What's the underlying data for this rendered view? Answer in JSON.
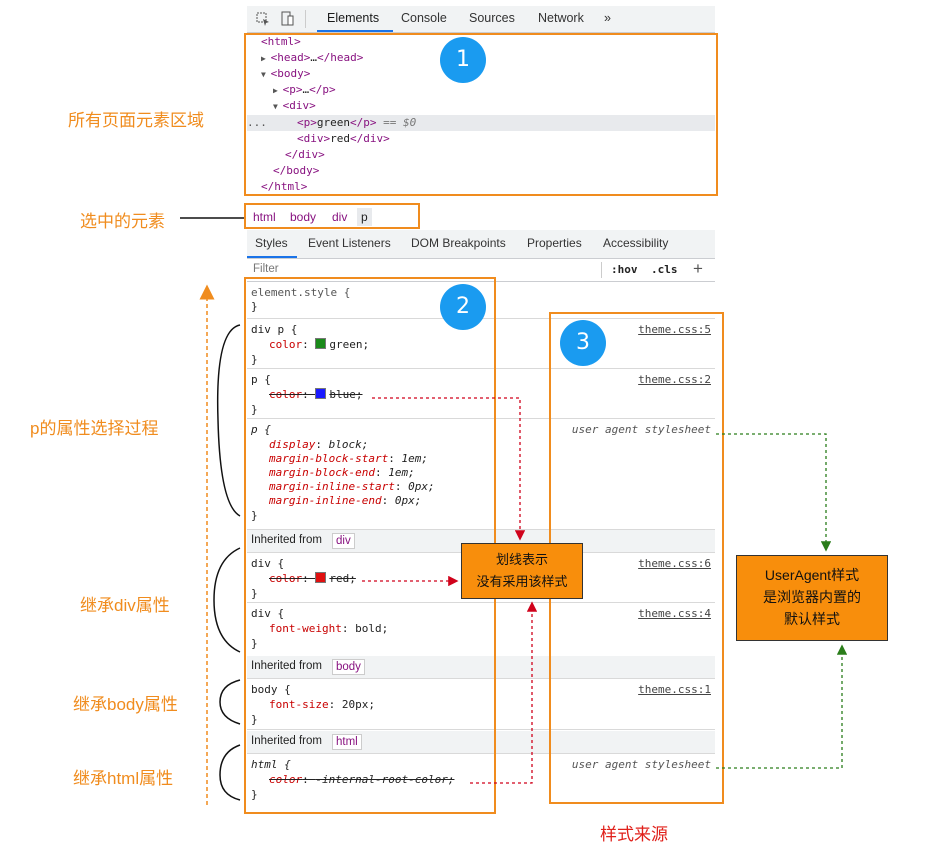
{
  "toolbar": {
    "tabs": [
      "Elements",
      "Console",
      "Sources",
      "Network",
      "»"
    ]
  },
  "tree": {
    "lines": [
      {
        "open": "<html>",
        "text": "",
        "close": ""
      },
      {
        "open": "<head>",
        "text": "…",
        "close": "</head>"
      },
      {
        "open": "<body>",
        "text": "",
        "close": ""
      },
      {
        "open": "<p>",
        "text": "…",
        "close": "</p>"
      },
      {
        "open": "<div>",
        "text": "",
        "close": ""
      },
      {
        "open": "<p>",
        "text": "green",
        "close": "</p>"
      },
      {
        "open": "<div>",
        "text": "red",
        "close": "</div>"
      },
      {
        "open": "</div>",
        "text": "",
        "close": ""
      },
      {
        "open": "</body>",
        "text": "",
        "close": ""
      },
      {
        "open": "</html>",
        "text": "",
        "close": ""
      }
    ],
    "selected_marker": "== $0",
    "ellipsis": "..."
  },
  "breadcrumb": [
    "html",
    "body",
    "div",
    "p"
  ],
  "style_tabs": [
    "Styles",
    "Event Listeners",
    "DOM Breakpoints",
    "Properties",
    "Accessibility"
  ],
  "filter": {
    "placeholder": "Filter",
    "hov": ":hov",
    "cls": ".cls",
    "plus": "+"
  },
  "rules": {
    "element_style": {
      "selector": "element.style {",
      "close": "}"
    },
    "div_p": {
      "selector": "div p {",
      "prop": "color",
      "value": "green",
      "color": "#1a8a1a",
      "source": "theme.css:5",
      "close": "}"
    },
    "p": {
      "selector": "p {",
      "prop": "color",
      "value": "blue",
      "color": "#1a1aff",
      "source": "theme.css:2",
      "close": "}"
    },
    "p_ua": {
      "selector": "p {",
      "source": "user agent stylesheet",
      "decls": [
        {
          "prop": "display",
          "value": "block;"
        },
        {
          "prop": "margin-block-start",
          "value": "1em;"
        },
        {
          "prop": "margin-block-end",
          "value": "1em;"
        },
        {
          "prop": "margin-inline-start",
          "value": "0px;"
        },
        {
          "prop": "margin-inline-end",
          "value": "0px;"
        }
      ],
      "close": "}"
    },
    "inherited_div": {
      "label": "Inherited from",
      "tag": "div"
    },
    "div_color": {
      "selector": "div {",
      "prop": "color",
      "value": "red",
      "color": "#e01010",
      "source": "theme.css:6",
      "close": "}"
    },
    "div_fw": {
      "selector": "div {",
      "prop": "font-weight",
      "value": "bold;",
      "source": "theme.css:4",
      "close": "}"
    },
    "inherited_body": {
      "label": "Inherited from",
      "tag": "body"
    },
    "body_fs": {
      "selector": "body {",
      "prop": "font-size",
      "value": "20px;",
      "source": "theme.css:1",
      "close": "}"
    },
    "inherited_html": {
      "label": "Inherited from",
      "tag": "html"
    },
    "html_ua": {
      "selector": "html {",
      "prop": "color",
      "value": "-internal-root-color;",
      "source": "user agent stylesheet",
      "close": "}"
    }
  },
  "annotations": {
    "circle1": "1",
    "circle2": "2",
    "circle3": "3",
    "all_elements": "所有页面元素区域",
    "selected_element": "选中的元素",
    "p_process": "p的属性选择过程",
    "inherit_div": "继承div属性",
    "inherit_body": "继承body属性",
    "inherit_html": "继承html属性",
    "style_source": "样式来源",
    "strike_note_1": "划线表示",
    "strike_note_2": "没有采用该样式",
    "ua_note_1": "UserAgent样式",
    "ua_note_2": "是浏览器内置的",
    "ua_note_3": "默认样式"
  },
  "colors": {
    "accent": "#f08c1e",
    "circle": "#1a9bf0",
    "tag": "#881280",
    "prop": "#c80000",
    "arrow_red": "#d0021b",
    "arrow_green": "#2a7d1a"
  }
}
